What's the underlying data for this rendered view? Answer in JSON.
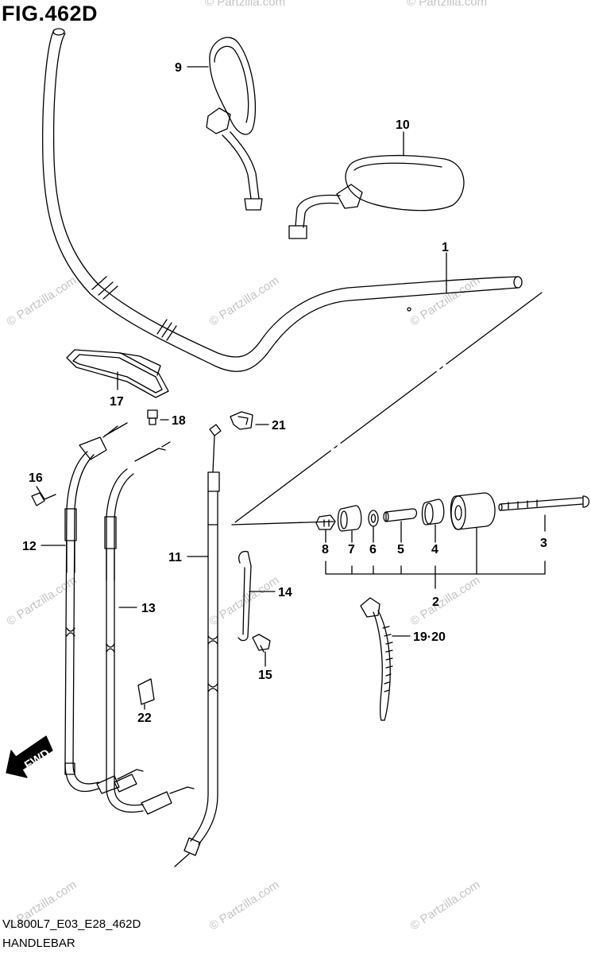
{
  "figure": {
    "title": "FIG.462D",
    "code": "VL800L7_E03_E28_462D",
    "name": "HANDLEBAR"
  },
  "watermark": "© Partzilla.com",
  "direction_label": "FWD",
  "callouts": {
    "p1": "1",
    "p2": "2",
    "p3": "3",
    "p4": "4",
    "p5": "5",
    "p6": "6",
    "p7": "7",
    "p8": "8",
    "p9": "9",
    "p10": "10",
    "p11": "11",
    "p12": "12",
    "p13": "13",
    "p14": "14",
    "p15": "15",
    "p16": "16",
    "p17": "17",
    "p18": "18",
    "p19_20": "19·20",
    "p21": "21",
    "p22": "22"
  },
  "colors": {
    "line": "#000000",
    "watermark": "#c4c4c4",
    "background": "#ffffff"
  }
}
